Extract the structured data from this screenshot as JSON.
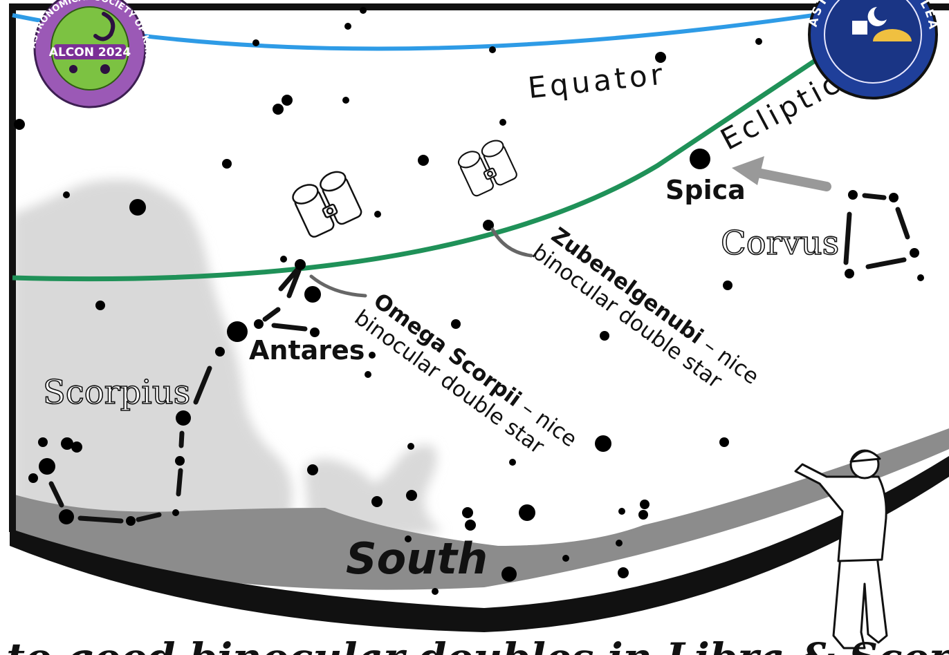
{
  "labels": {
    "equator": "Equator",
    "ecliptic": "Ecliptic",
    "spica": "Spica",
    "corvus": "Corvus",
    "antares": "Antares",
    "scorpius": "Scorpius",
    "south": "South",
    "zubenelgenubi_name": "Zubenelgenubi",
    "zubenelgenubi_rest": " – nice",
    "zubenelgenubi_line2": "binocular double star",
    "omega_name": "Omega Scorpii",
    "omega_rest": " – nice",
    "omega_line2": "binocular double star",
    "footer_caption": "Fair to good binocular doubles in Libra & Scorpius"
  },
  "logos": {
    "left_ring_text": "ASTRONOMICAL SOCIETY OF KANSAS CITY",
    "left_center_text": "ALCON 2024",
    "right_ring_text": "ASTRONOMICAL LEAGUE"
  },
  "colors": {
    "equator": "#2e9be6",
    "ecliptic": "#1f9158",
    "milky_way": "#d9d9d9",
    "ground": "#8c8c8c",
    "left_logo_bg": "#9b59b6",
    "left_logo_inner": "#7cc242",
    "right_logo_bg": "#1f3f9a"
  }
}
